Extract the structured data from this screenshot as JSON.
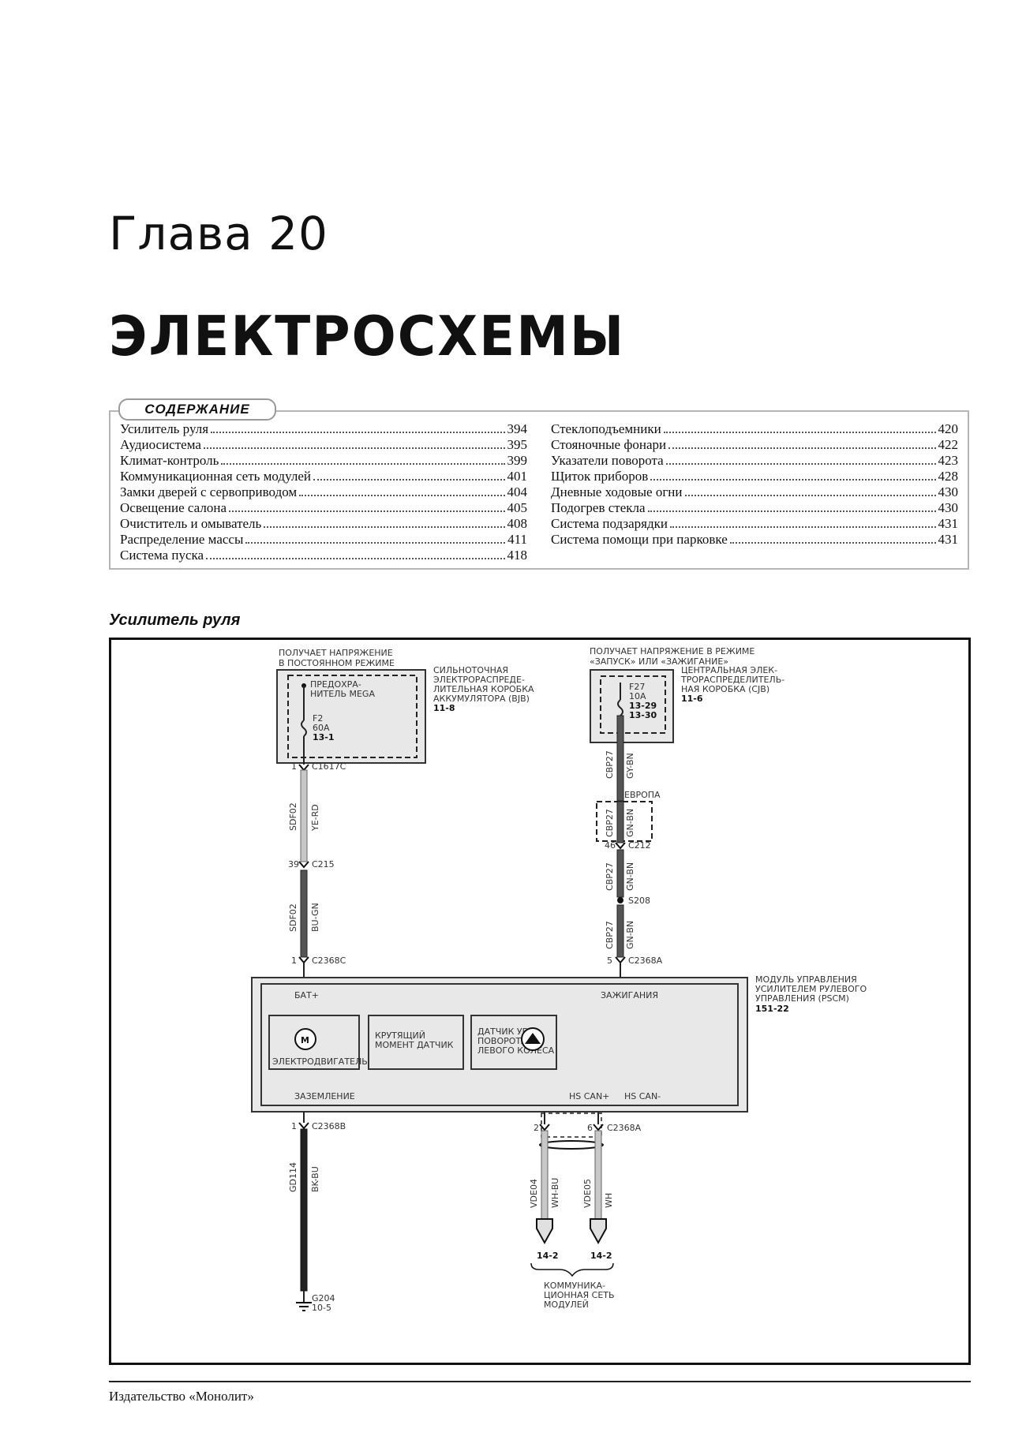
{
  "chapter_label": "Глава 20",
  "chapter_title": "ЭЛЕКТРОСХЕМЫ",
  "toc": {
    "header": "СОДЕРЖАНИЕ",
    "left": [
      {
        "label": "Усилитель руля",
        "page": "394"
      },
      {
        "label": "Аудиосистема",
        "page": "395"
      },
      {
        "label": "Климат-контроль",
        "page": "399"
      },
      {
        "label": "Коммуникационная сеть модулей",
        "page": "401"
      },
      {
        "label": "Замки дверей с сервоприводом",
        "page": "404"
      },
      {
        "label": "Освещение салона",
        "page": "405"
      },
      {
        "label": "Очиститель и омыватель",
        "page": "408"
      },
      {
        "label": "Распределение массы",
        "page": "411"
      },
      {
        "label": "Система пуска",
        "page": "418"
      }
    ],
    "right": [
      {
        "label": "Стеклоподъемники",
        "page": "420"
      },
      {
        "label": "Стояночные фонари",
        "page": "422"
      },
      {
        "label": "Указатели поворота",
        "page": "423"
      },
      {
        "label": "Щиток приборов",
        "page": "428"
      },
      {
        "label": "Дневные ходовые огни",
        "page": "430"
      },
      {
        "label": "Подогрев стекла",
        "page": "430"
      },
      {
        "label": "Система подзарядки",
        "page": "431"
      },
      {
        "label": "Система помощи при парковке",
        "page": "431"
      }
    ]
  },
  "section_heading": "Усилитель руля",
  "diagram": {
    "left_supply_1": "ПОЛУЧАЕТ НАПРЯЖЕНИЕ",
    "left_supply_2": "В ПОСТОЯННОМ РЕЖИМЕ",
    "mega_1": "ПРЕДОХРА-",
    "mega_2": "НИТЕЛЬ MEGA",
    "f2": "F2",
    "f2_amp": "60A",
    "f2_ref": "13-1",
    "bjb_1": "СИЛЬНОТОЧНАЯ",
    "bjb_2": "ЭЛЕКТРОРАСПРЕДЕ-",
    "bjb_3": "ЛИТЕЛЬНАЯ КОРОБКА",
    "bjb_4": "АККУМУЛЯТОРА (BJB)",
    "bjb_ref": "11-8",
    "right_supply_1": "ПОЛУЧАЕТ НАПРЯЖЕНИЕ В РЕЖИМЕ",
    "right_supply_2": "«ЗАПУСК» ИЛИ «ЗАЖИГАНИЕ»",
    "f27": "F27",
    "f27_amp": "10A",
    "f27_ref1": "13-29",
    "f27_ref2": "13-30",
    "cjb_1": "ЦЕНТРАЛЬНАЯ ЭЛЕК-",
    "cjb_2": "ТРОРАСПРЕДЕЛИТЕЛЬ-",
    "cjb_3": "НАЯ КОРОБКА (CJB)",
    "cjb_ref": "11-6",
    "c1617c_pin": "1",
    "c1617c": "C1617C",
    "sdf02_a": "SDF02",
    "ye_rd": "YE-RD",
    "c215_pin": "39",
    "c215": "C215",
    "sdf02_b": "SDF02",
    "bu_gn": "BU-GN",
    "c2368c_pin": "1",
    "c2368c": "C2368C",
    "cbp27_a": "CBP27",
    "gy_bn": "GY-BN",
    "europe": "ЕВРОПА",
    "cbp27_b": "CBP27",
    "gn_bn_a": "GN-BN",
    "c212_pin": "46",
    "c212": "C212",
    "cbp27_c": "CBP27",
    "gn_bn_b": "GN-BN",
    "s208": "S208",
    "cbp27_d": "CBP27",
    "gn_bn_c": "GN-BN",
    "c2368a_pin_top": "5",
    "c2368a_top": "C2368A",
    "pscm_1": "МОДУЛЬ УПРАВЛЕНИЯ",
    "pscm_2": "УСИЛИТЕЛЕМ РУЛЕВОГО",
    "pscm_3": "УПРАВЛЕНИЯ (PSCM)",
    "pscm_ref": "151-22",
    "bat": "БАТ+",
    "ignition": "ЗАЖИГАНИЯ",
    "motor": "ЭЛЕКТРОДВИГАТЕЛЬ",
    "torque_1": "КРУТЯЩИЙ",
    "torque_2": "МОМЕНТ ДАТЧИК",
    "sensor_1": "ДАТЧИК УГЛА",
    "sensor_2": "ПОВОРОТА",
    "sensor_3": "ЛЕВОГО КОЛЕСА",
    "ground": "ЗАЗЕМЛЕНИЕ",
    "hs_can_plus": "HS CAN+",
    "hs_can_minus": "HS CAN-",
    "c2368b_pin": "1",
    "c2368b": "C2368B",
    "c2368a_pin_2": "2",
    "c2368a_pin_6": "6",
    "c2368a_bot": "C2368A",
    "gd114": "GD114",
    "bk_bu": "BK-BU",
    "vde04": "VDE04",
    "wh_bu": "WH-BU",
    "vde05": "VDE05",
    "wh": "WH",
    "net_ref_1": "14-2",
    "net_ref_2": "14-2",
    "g204": "G204",
    "g204_ref": "10-5",
    "net_1": "КОММУНИКА-",
    "net_2": "ЦИОННАЯ СЕТЬ",
    "net_3": "МОДУЛЕЙ"
  },
  "footer": "Издательство «Монолит»"
}
